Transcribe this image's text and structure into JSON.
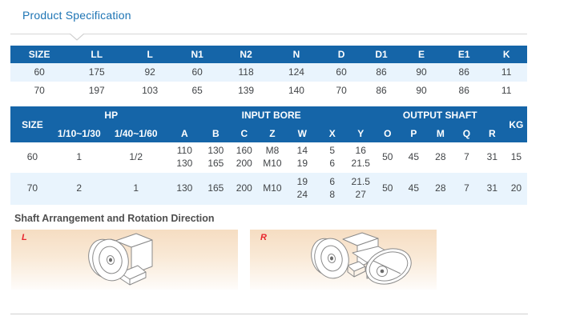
{
  "colors": {
    "header_blue": "#1565a8",
    "row_highlight_blue": "#e9f4fd",
    "title_blue": "#1d74b4",
    "accent_red": "#e8262d",
    "panel_gradient_top": "#f6ddc2",
    "rule_gray": "#d6d6d6"
  },
  "icons": {
    "tab_caret": "chevron-down"
  },
  "header": {
    "title": "Product Specification"
  },
  "dimension_table": {
    "columns": [
      "SIZE",
      "LL",
      "L",
      "N1",
      "N2",
      "N",
      "D",
      "D1",
      "E",
      "E1",
      "K"
    ],
    "rows": [
      [
        "60",
        "175",
        "92",
        "60",
        "118",
        "124",
        "60",
        "86",
        "90",
        "86",
        "11"
      ],
      [
        "70",
        "197",
        "103",
        "65",
        "139",
        "140",
        "70",
        "86",
        "90",
        "86",
        "11"
      ]
    ]
  },
  "performance_table": {
    "col_size": "SIZE",
    "group_hp": "HP",
    "group_input_bore": "INPUT BORE",
    "group_output_shaft": "OUTPUT SHAFT",
    "col_kg": "KG",
    "sub_columns": [
      "1/10~1/30",
      "1/40~1/60",
      "A",
      "B",
      "C",
      "Z",
      "W",
      "X",
      "Y",
      "O",
      "P",
      "M",
      "Q",
      "R"
    ],
    "rows": [
      [
        "60",
        "1",
        "1/2",
        "110\n130",
        "130\n165",
        "160\n200",
        "M8\nM10",
        "14\n19",
        "5\n6",
        "16\n21.5",
        "50",
        "45",
        "28",
        "7",
        "31",
        "15"
      ],
      [
        "70",
        "2",
        "1",
        "130",
        "165",
        "200",
        "M10",
        "19\n24",
        "6\n8",
        "21.5\n27",
        "50",
        "45",
        "28",
        "7",
        "31",
        "20"
      ]
    ]
  },
  "shaft_section": {
    "title": "Shaft Arrangement and Rotation Direction",
    "panels": [
      {
        "label": "L"
      },
      {
        "label": "R"
      }
    ]
  }
}
